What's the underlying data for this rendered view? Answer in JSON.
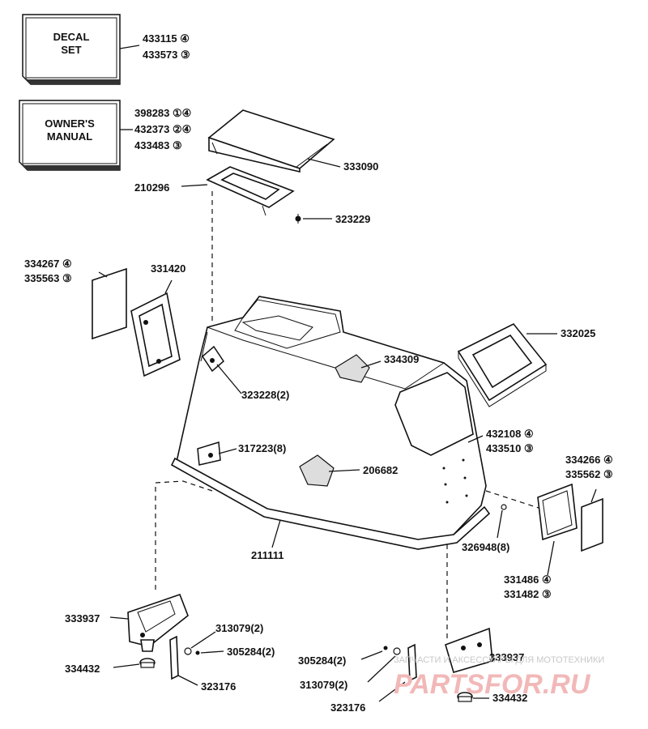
{
  "boxes": {
    "decal_line1": "DECAL",
    "decal_line2": "SET",
    "manual_line1": "OWNER'S",
    "manual_line2": "MANUAL"
  },
  "labels": {
    "decal_a": "433115 ④",
    "decal_b": "433573 ③",
    "manual_a": "398283 ①④",
    "manual_b": "432373 ②④",
    "manual_c": "433483 ③",
    "p333090": "333090",
    "p210296": "210296",
    "p323229": "323229",
    "p334267": "334267 ④",
    "p335563": "335563 ③",
    "p331420": "331420",
    "p332025": "332025",
    "p334309": "334309",
    "p323228": "323228(2)",
    "p432108": "432108 ④",
    "p433510": "433510 ③",
    "p317223": "317223(8)",
    "p206682": "206682",
    "p334266": "334266 ④",
    "p335562": "335562 ③",
    "p326948": "326948(8)",
    "p211111": "211111",
    "p331486": "331486 ④",
    "p331482": "331482 ③",
    "p333937_left": "333937",
    "p313079_left": "313079(2)",
    "p305284_left": "305284(2)",
    "p334432_left": "334432",
    "p323176_left": "323176",
    "p305284_right": "305284(2)",
    "p313079_right": "313079(2)",
    "p333937_right": "333937",
    "p323176_right": "323176",
    "p334432_right": "334432"
  },
  "watermark": {
    "caption": "ЗАПЧАСТИ И АКСЕССУАРЫ ДЛЯ МОТОТЕХНИКИ",
    "brand": "PARTSFOR.RU"
  },
  "colors": {
    "ink": "#111111",
    "watermark_brand": "#f2b8b8",
    "watermark_caption": "#c8c8c8"
  }
}
